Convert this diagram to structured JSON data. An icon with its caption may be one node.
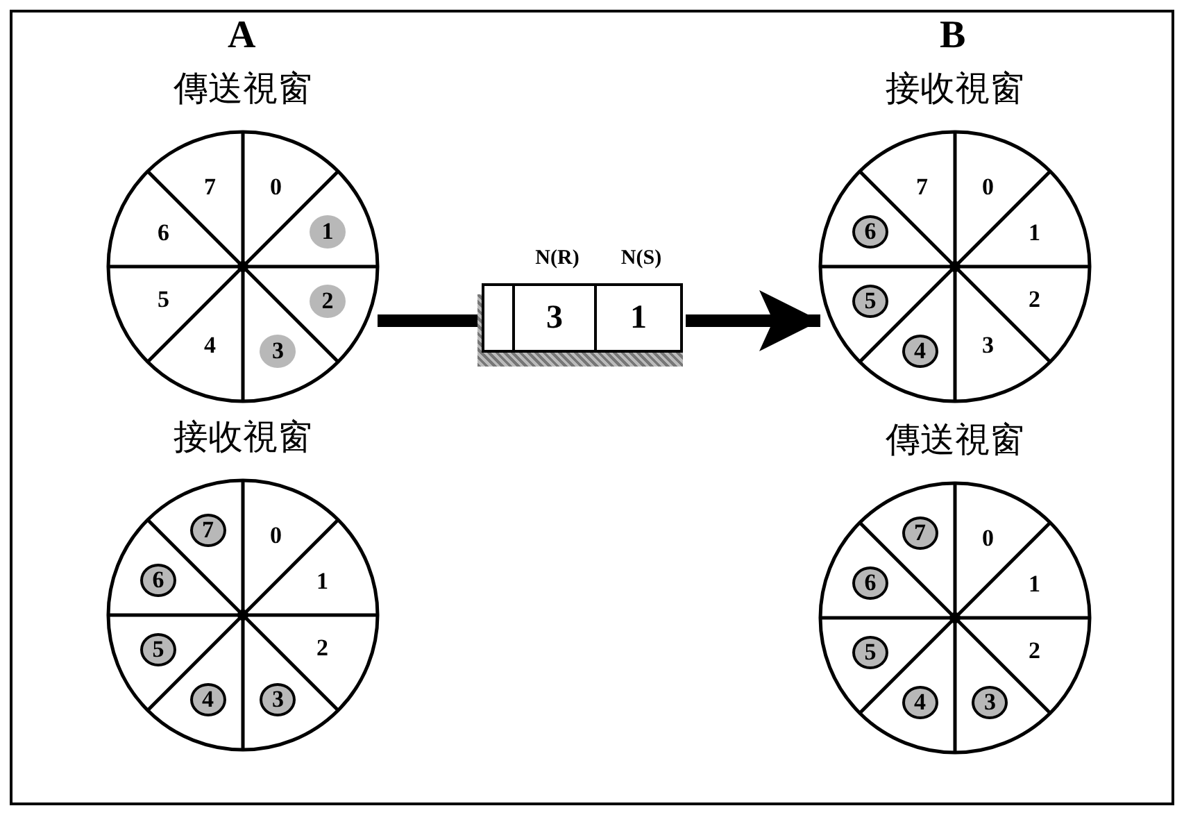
{
  "diagram": {
    "nodes": [
      {
        "text": [
          "傳送視窗",
          "0",
          "7",
          "6",
          "5",
          "4"
        ]
      },
      {
        "text": [
          "1"
        ],
        "in": 0
      },
      {
        "text": [
          "2"
        ],
        "in": 0
      },
      {
        "text": [
          "3"
        ],
        "in": 0
      },
      {
        "text": [
          "N(R)",
          "N(S)",
          "3",
          "1"
        ]
      },
      {
        "text": [
          "接收視窗",
          "0",
          "7",
          "1",
          "2",
          "3"
        ]
      },
      {
        "text": [
          "6"
        ],
        "in": 5
      },
      {
        "text": [
          "5"
        ],
        "in": 5
      },
      {
        "text": [
          "4"
        ],
        "in": 5
      },
      {
        "text": [
          "接收視窗",
          "0",
          "1",
          "2"
        ]
      },
      {
        "text": [
          "7"
        ],
        "in": 9
      },
      {
        "text": [
          "6"
        ],
        "in": 9
      },
      {
        "text": [
          "5"
        ],
        "in": 9
      },
      {
        "text": [
          "4"
        ],
        "in": 9
      },
      {
        "text": [
          "3"
        ],
        "in": 9
      },
      {
        "text": [
          "傳送視窗",
          "0",
          "1",
          "2"
        ]
      },
      {
        "text": [
          "7"
        ],
        "in": 15
      },
      {
        "text": [
          "6"
        ],
        "in": 15
      },
      {
        "text": [
          "5"
        ],
        "in": 15
      },
      {
        "text": [
          "4"
        ],
        "in": 15
      },
      {
        "text": [
          "3"
        ],
        "in": 15
      }
    ],
    "edges": [
      {
        "from": 0,
        "to": 4,
        "arrow": "none"
      },
      {
        "from": 4,
        "to": 5,
        "arrow": "to"
      }
    ],
    "labels": [
      "A",
      "B"
    ]
  }
}
